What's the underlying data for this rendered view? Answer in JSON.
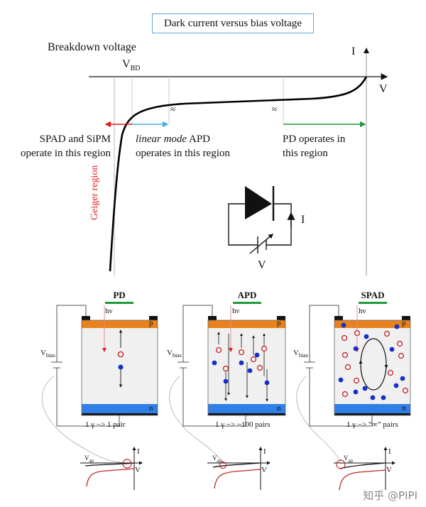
{
  "title": "Dark current versus bias voltage",
  "main_plot": {
    "breakdown_label": "Breakdown voltage",
    "vbd_label": "V",
    "vbd_sub": "BD",
    "axis_i": "I",
    "axis_v": "V",
    "approx_symbol": "≈",
    "geiger_label": "Geiger region",
    "spad_region": [
      "SPAD and SiPM",
      "operate in this region"
    ],
    "apd_region_italic": "linear mode",
    "apd_region_rest": " APD",
    "apd_region_line2": "operates in this region",
    "pd_region": [
      "PD operates in",
      "this region"
    ],
    "circuit_i": "I",
    "circuit_v": "V"
  },
  "panels": [
    {
      "name": "PD",
      "hv": "hν",
      "p": "p",
      "n": "n",
      "vbias": "V",
      "vbias_sub": "bias",
      "pairs": "1 γ −> 1 pair",
      "vap": "V",
      "vap_sub": "ap",
      "axis_i": "I",
      "axis_v": "V"
    },
    {
      "name": "APD",
      "hv": "hν",
      "p": "p",
      "n": "n",
      "vbias": "V",
      "vbias_sub": "bias",
      "pairs": "1 γ −> ~100 pairs",
      "vap": "V",
      "vap_sub": "ap",
      "axis_i": "I",
      "axis_v": "V"
    },
    {
      "name": "SPAD",
      "hv": "hν",
      "p": "p",
      "n": "n",
      "vbias": "V",
      "vbias_sub": "bias",
      "pairs": "1 γ −> “∞” pairs",
      "vap": "V",
      "vap_sub": "ap",
      "axis_i": "I",
      "axis_v": "V"
    }
  ],
  "watermark": "知乎 @PIPI",
  "colors": {
    "p_layer": "#e8821e",
    "n_layer": "#2f7fe6",
    "electron": "#1530c8",
    "hole": "#c0282a",
    "green": "#1e9a3a",
    "red": "#e02020",
    "blue": "#4aa8e0",
    "box_border": "#5aa9d6"
  }
}
